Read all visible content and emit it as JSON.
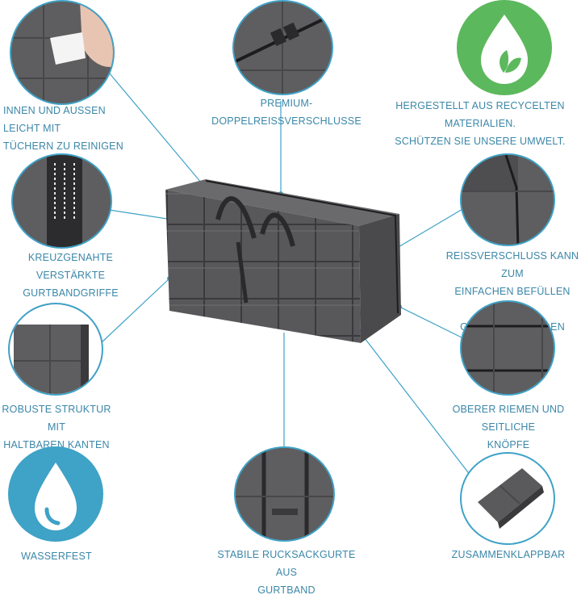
{
  "colors": {
    "accent": "#3fa2c7",
    "caption": "#3b87a8",
    "green": "#5cb85c",
    "fabric": "#5a5a5c"
  },
  "features": [
    {
      "id": "clean",
      "icon": "wipe-cloth-icon",
      "lines": [
        "INNEN UND AUSSEN LEICHT MIT",
        "TÜCHERN ZU REINIGEN"
      ]
    },
    {
      "id": "zipper",
      "icon": "double-zipper-icon",
      "lines": [
        "PREMIUM-DOPPELREISSVERSCHLUSSE"
      ]
    },
    {
      "id": "recycled",
      "icon": "eco-drop-icon",
      "lines": [
        "HERGESTELLT AUS RECYCELTEN MATERIALIEN.",
        "SCHÜTZEN SIE UNSERE UMWELT."
      ]
    },
    {
      "id": "handles",
      "icon": "webbing-handle-icon",
      "lines": [
        "KREUZGENAHTE VERSTÄRKTE",
        "GURTBANDGRIFFE"
      ]
    },
    {
      "id": "opening",
      "icon": "open-zipper-icon",
      "lines": [
        "REISSVERSCHLUSS KANN ZUM",
        "EINFACHEN BEFÜLLEN WEIT",
        "GEÖFFNET WERDEN"
      ]
    },
    {
      "id": "structure",
      "icon": "sturdy-edge-icon",
      "lines": [
        "ROBUSTE STRUKTUR MIT",
        "HALTBAREN KANTEN"
      ]
    },
    {
      "id": "straps",
      "icon": "top-strap-icon",
      "lines": [
        "OBERER RIEMEN UND SEITLICHE",
        "KNÖPFE"
      ]
    },
    {
      "id": "waterproof",
      "icon": "water-drop-icon",
      "lines": [
        "WASSERFEST"
      ]
    },
    {
      "id": "backpack",
      "icon": "backpack-strap-icon",
      "lines": [
        "STABILE RUCKSACKGURTE AUS",
        "GURTBAND"
      ]
    },
    {
      "id": "foldable",
      "icon": "folded-bag-icon",
      "lines": [
        "ZUSAMMENKLAPPBAR"
      ]
    }
  ]
}
